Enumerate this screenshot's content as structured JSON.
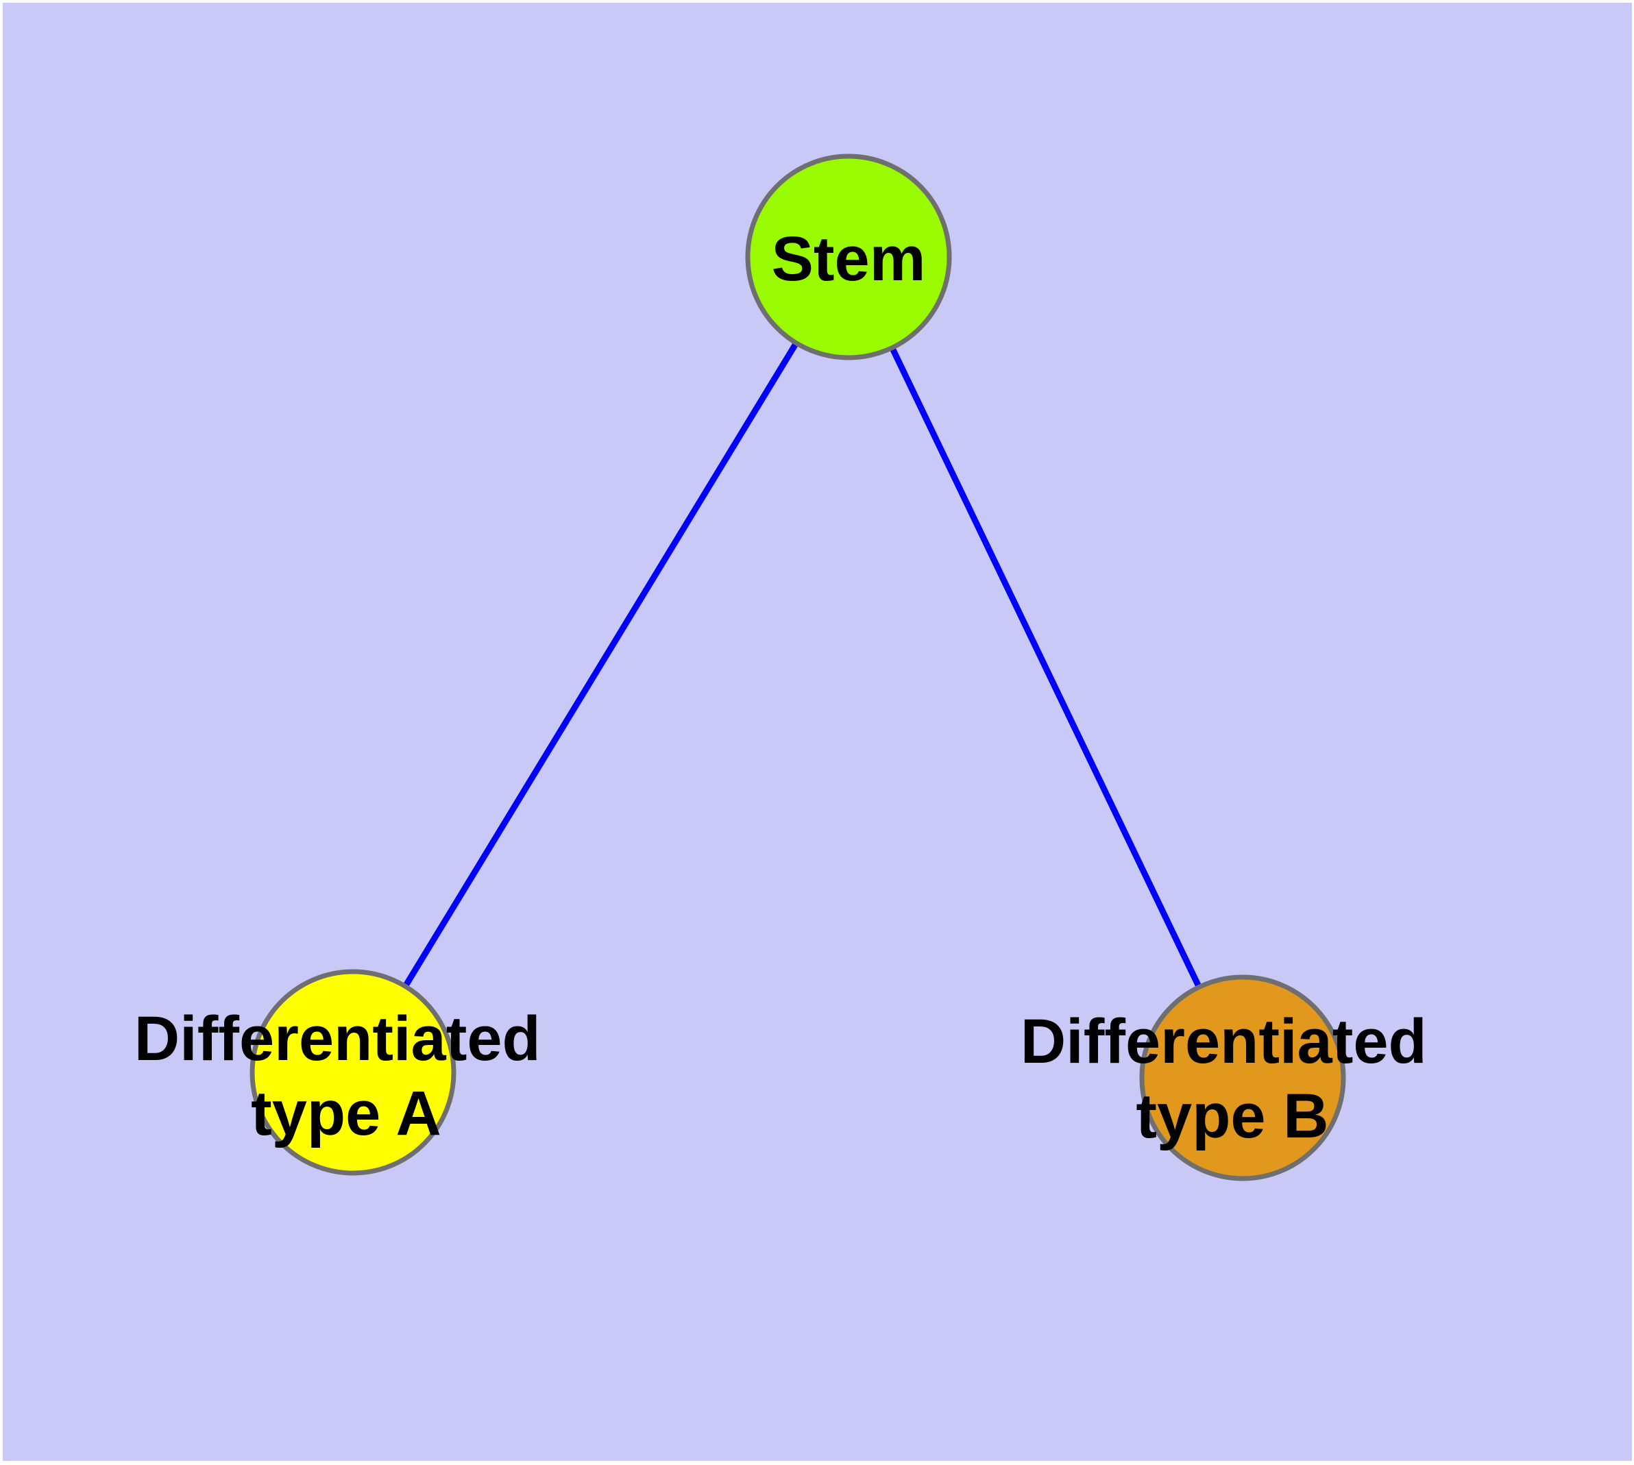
{
  "diagram": {
    "background_color": "#c9c9f8",
    "edge_color": "#0000ff",
    "node_border_color": "#6f6f6f",
    "label_color": "#000000",
    "nodes": [
      {
        "id": "stem",
        "label": "Stem",
        "label_lines": [
          "Stem"
        ],
        "fill": "#9afa00"
      },
      {
        "id": "differentiated-type-a",
        "label": "Differentiated type A",
        "label_lines": [
          "Differentiated",
          "type A"
        ],
        "fill": "#ffff00"
      },
      {
        "id": "differentiated-type-b",
        "label": "Differentiated type B",
        "label_lines": [
          "Differentiated",
          "type B"
        ],
        "fill": "#e2981d"
      }
    ],
    "edges": [
      {
        "from": "stem",
        "to": "differentiated-type-a"
      },
      {
        "from": "stem",
        "to": "differentiated-type-b"
      }
    ]
  }
}
